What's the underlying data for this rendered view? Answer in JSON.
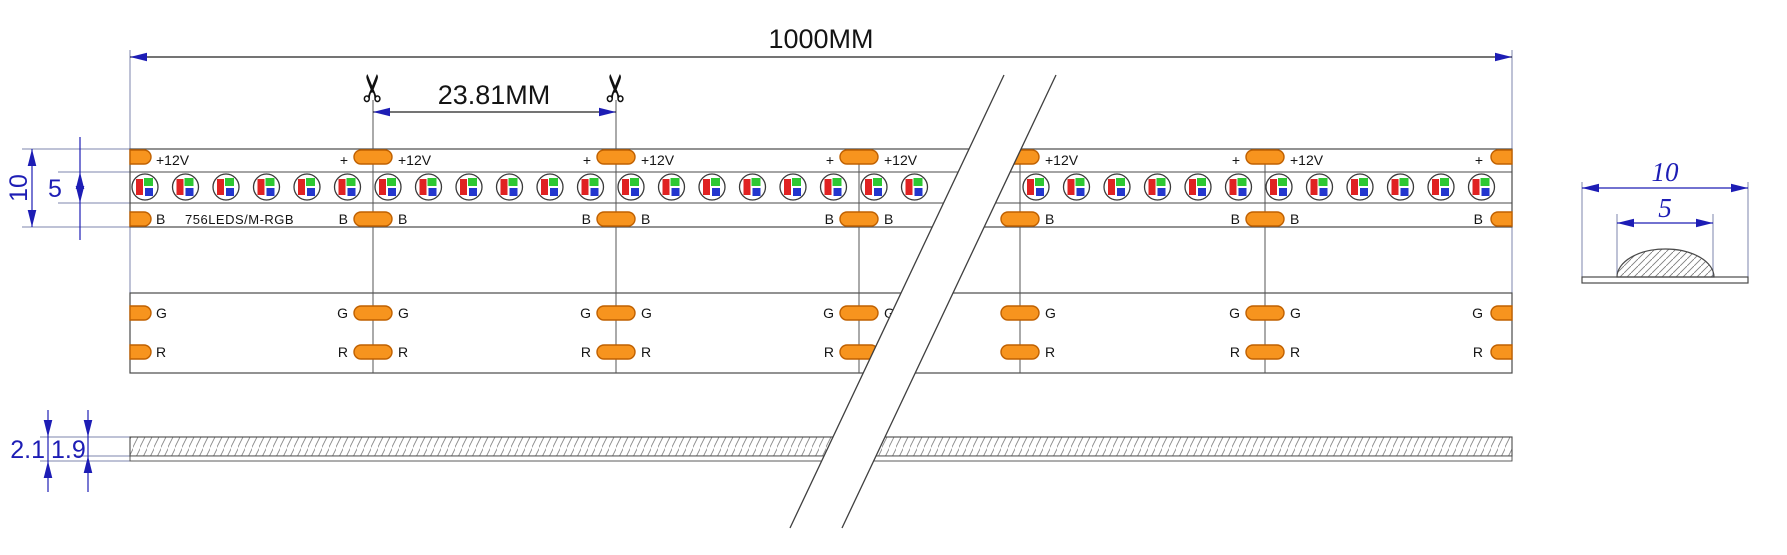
{
  "drawing": {
    "dimensions": {
      "total_length": "1000MM",
      "cut_interval": "23.81MM",
      "strip_width": "10",
      "light_surface_width": "5",
      "total_thickness": "2.1",
      "pcb_thickness": "1.9"
    },
    "cross_section": {
      "width": "10",
      "dome_width": "5"
    },
    "strip": {
      "model_text": "756LEDS/M-RGB",
      "pad_labels": {
        "plus": "+",
        "power": "+12V",
        "blue_channel": "B",
        "green_channel": "G",
        "red_channel": "R"
      }
    },
    "icons": {
      "scissors": "✂"
    },
    "colors": {
      "pad_orange": "#F7941E",
      "pad_outline": "#BF6000",
      "dim_blue": "#1D1DB5",
      "led_red": "#E02222",
      "led_green": "#2DC832",
      "led_blue": "#2336CE",
      "outline_gray": "#4A4A4A",
      "ext_line_gray": "#7C86AD",
      "text_black": "#141414",
      "hatch_gray": "#888888"
    }
  }
}
